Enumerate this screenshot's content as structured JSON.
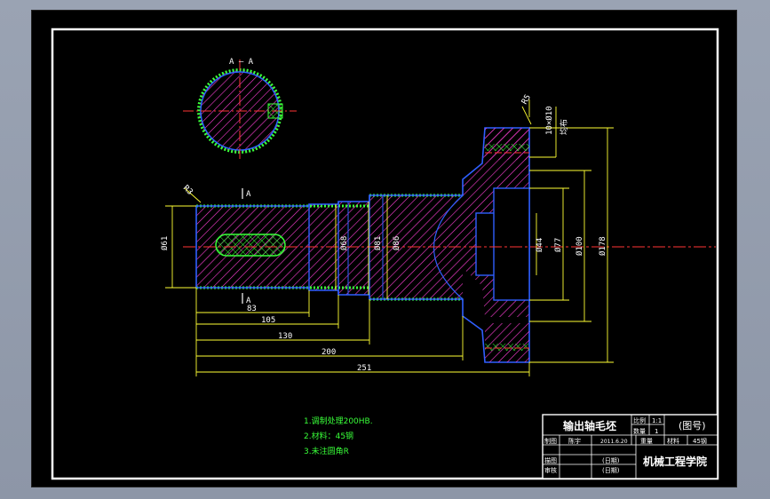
{
  "section_label": "A — A",
  "cut_marks": [
    "A",
    "A"
  ],
  "chamfer_left": "R3",
  "chamfer_right": "R5",
  "diameters": {
    "d_left": "Ø61",
    "d_mid1": "Ø68",
    "d_mid2": "Ø81",
    "d_mid3": "Ø86",
    "d_bore": "Ø44",
    "d_77": "Ø77",
    "d_100": "Ø100",
    "d_178": "Ø178",
    "d_hole": "10×Ø10",
    "hole_note": "均布"
  },
  "lengths": [
    "83",
    "105",
    "130",
    "200",
    "251"
  ],
  "notes": [
    "1.调制处理200HB.",
    "2.材料：45钢",
    "3.未注圆角R"
  ],
  "title_block": {
    "part_name": "输出轴毛坯",
    "scale_label": "比例",
    "scale_value": "1:1",
    "qty_label": "数量",
    "qty_value": "1",
    "drawing_no": "(图号)",
    "drawn_label": "制图",
    "drawn_name": "陈宇",
    "date": "2011.6.20",
    "weight_label": "重量",
    "material_label": "材料",
    "material_value": "45钢",
    "check_label": "描图",
    "review_label": "审核",
    "date_placeholder_1": "(日期)",
    "date_placeholder_2": "(日期)",
    "school": "机械工程学院"
  },
  "colors": {
    "frame": "#ffffff",
    "outline": "#2f5fff",
    "hatch": "#ff3fd6",
    "dimension": "#ffff33",
    "center": "#ff3333",
    "note": "#39ff39"
  }
}
